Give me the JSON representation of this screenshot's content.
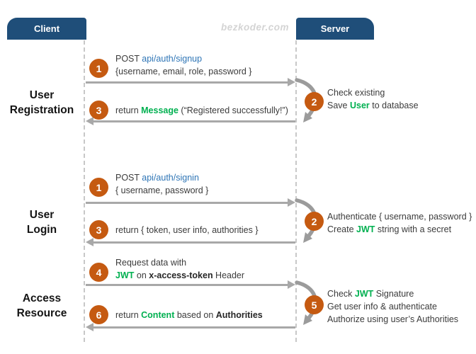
{
  "watermark": "bezkoder.com",
  "actors": {
    "client": "Client",
    "server": "Server"
  },
  "colors": {
    "header_bg": "#1F4E79",
    "circle_orange": "#C55A11",
    "kw_green": "#00B050",
    "link_blue": "#2E75B6",
    "arrow_gray": "#A8A8A8",
    "loop_gray": "#9B9B9B",
    "text_dark": "#3B3B3B",
    "lifeline_gray": "#C8C8C8"
  },
  "sections": [
    {
      "label1": "User",
      "label2": "Registration",
      "request": {
        "num": "1",
        "lines": [
          [
            {
              "t": "POST "
            },
            {
              "t": "api/auth/signup",
              "c": "link"
            }
          ],
          [
            {
              "t": "{username, email, role, password }"
            }
          ]
        ]
      },
      "server": {
        "num": "2",
        "lines": [
          [
            {
              "t": "Check existing"
            }
          ],
          [
            {
              "t": "Save "
            },
            {
              "t": "User",
              "c": "kw"
            },
            {
              "t": " to database"
            }
          ]
        ]
      },
      "response": {
        "num": "3",
        "lines": [
          [
            {
              "t": "return "
            },
            {
              "t": "Message",
              "c": "kw"
            },
            {
              "t": " (“Registered successfully!”)"
            }
          ]
        ]
      }
    },
    {
      "label1": "User",
      "label2": "Login",
      "request": {
        "num": "1",
        "lines": [
          [
            {
              "t": "POST "
            },
            {
              "t": "api/auth/signin",
              "c": "link"
            }
          ],
          [
            {
              "t": "{ username, password }"
            }
          ]
        ]
      },
      "server": {
        "num": "2",
        "lines": [
          [
            {
              "t": "Authenticate { username, password }"
            }
          ],
          [
            {
              "t": "Create "
            },
            {
              "t": "JWT",
              "c": "kw"
            },
            {
              "t": " string with a secret"
            }
          ]
        ]
      },
      "response": {
        "num": "3",
        "lines": [
          [
            {
              "t": "return { token, user info, authorities }"
            }
          ]
        ]
      }
    },
    {
      "label1": "Access",
      "label2": "Resource",
      "request": {
        "num": "4",
        "lines": [
          [
            {
              "t": "Request  data with"
            }
          ],
          [
            {
              "t": "JWT",
              "c": "kw"
            },
            {
              "t": " on "
            },
            {
              "t": "x-access-token",
              "c": "b"
            },
            {
              "t": " Header"
            }
          ]
        ]
      },
      "server": {
        "num": "5",
        "lines": [
          [
            {
              "t": "Check "
            },
            {
              "t": "JWT",
              "c": "kw"
            },
            {
              "t": " Signature"
            }
          ],
          [
            {
              "t": "Get user info & authenticate"
            }
          ],
          [
            {
              "t": "Authorize using user’s Authorities"
            }
          ]
        ]
      },
      "response": {
        "num": "6",
        "lines": [
          [
            {
              "t": "return "
            },
            {
              "t": "Content",
              "c": "kw"
            },
            {
              "t": " based on "
            },
            {
              "t": "Authorities",
              "c": "b"
            }
          ]
        ]
      }
    }
  ]
}
